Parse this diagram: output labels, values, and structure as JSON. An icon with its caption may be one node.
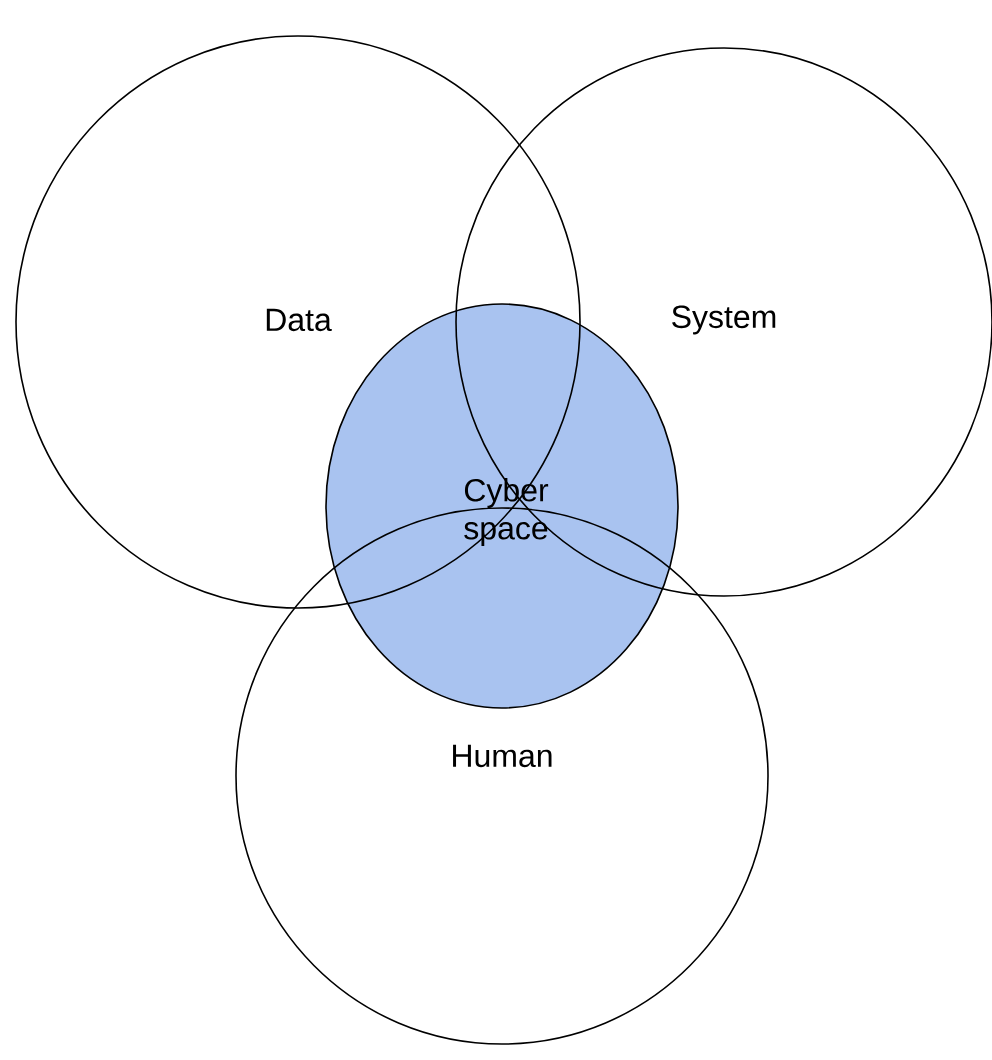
{
  "diagram": {
    "nodes": [
      {
        "text": [
          "Data"
        ]
      },
      {
        "text": [
          "System"
        ]
      },
      {
        "text": [
          "Cyber space"
        ]
      },
      {
        "text": [
          "Human"
        ]
      }
    ]
  }
}
